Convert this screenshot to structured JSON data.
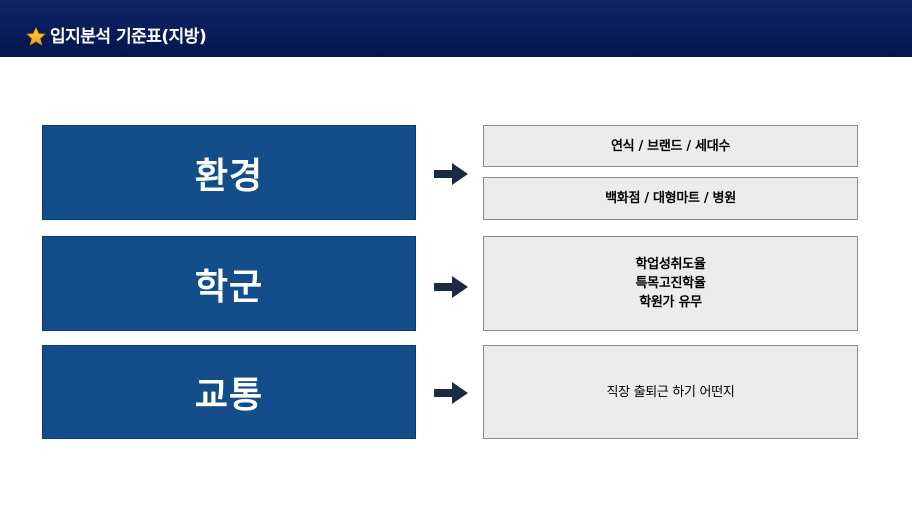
{
  "header": {
    "title": "입지분석 기준표(지방)",
    "icon": "star-icon",
    "background": "#04164d"
  },
  "categories": [
    {
      "label": "환경"
    },
    {
      "label": "학군"
    },
    {
      "label": "교통"
    }
  ],
  "details": {
    "env_1": "연식 / 브랜드 / 세대수",
    "env_2": "백화점 / 대형마트 / 병원",
    "school": [
      "학업성취도율",
      "특목고진학율",
      "학원가 유무"
    ],
    "transport": "직장 출퇴근 하기 어떤지"
  },
  "colors": {
    "category_fill": "#134e8b",
    "detail_fill": "#ececec",
    "arrow": "#1b2a45",
    "star": "#f6b21b"
  }
}
